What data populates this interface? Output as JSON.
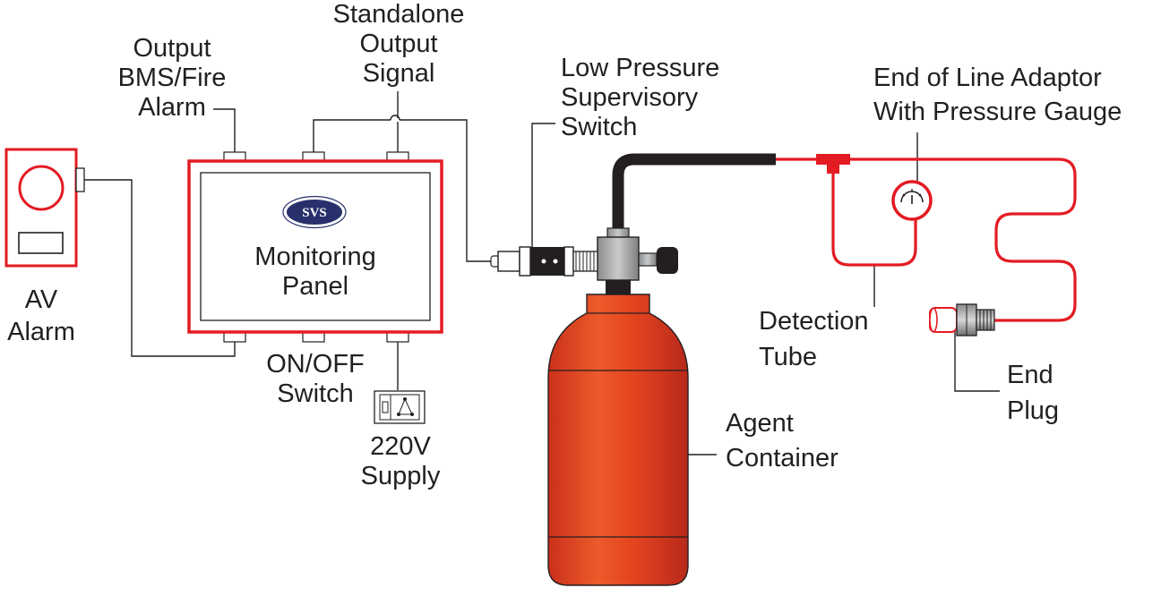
{
  "labels": {
    "output_bms_1": "Output",
    "output_bms_2": "BMS/Fire",
    "output_bms_3": "Alarm",
    "standalone_1": "Standalone",
    "standalone_2": "Output",
    "standalone_3": "Signal",
    "low_pressure_1": "Low Pressure",
    "low_pressure_2": "Supervisory",
    "low_pressure_3": "Switch",
    "eol_1": "End of Line Adaptor",
    "eol_2": "With Pressure Gauge",
    "av_alarm_1": "AV",
    "av_alarm_2": "Alarm",
    "panel_1": "Monitoring",
    "panel_2": "Panel",
    "onoff_1": "ON/OFF",
    "onoff_2": "Switch",
    "supply_1": "220V",
    "supply_2": "Supply",
    "detection_1": "Detection",
    "detection_2": "Tube",
    "end_plug_1": "End",
    "end_plug_2": "Plug",
    "agent_1": "Agent",
    "agent_2": "Container"
  },
  "logo": {
    "text": "SVS"
  },
  "colors": {
    "red": "#e31b23",
    "line": "#231f20",
    "gray": "#a7a9ac",
    "navy": "#27306b",
    "cylinder": "#e4451f"
  }
}
